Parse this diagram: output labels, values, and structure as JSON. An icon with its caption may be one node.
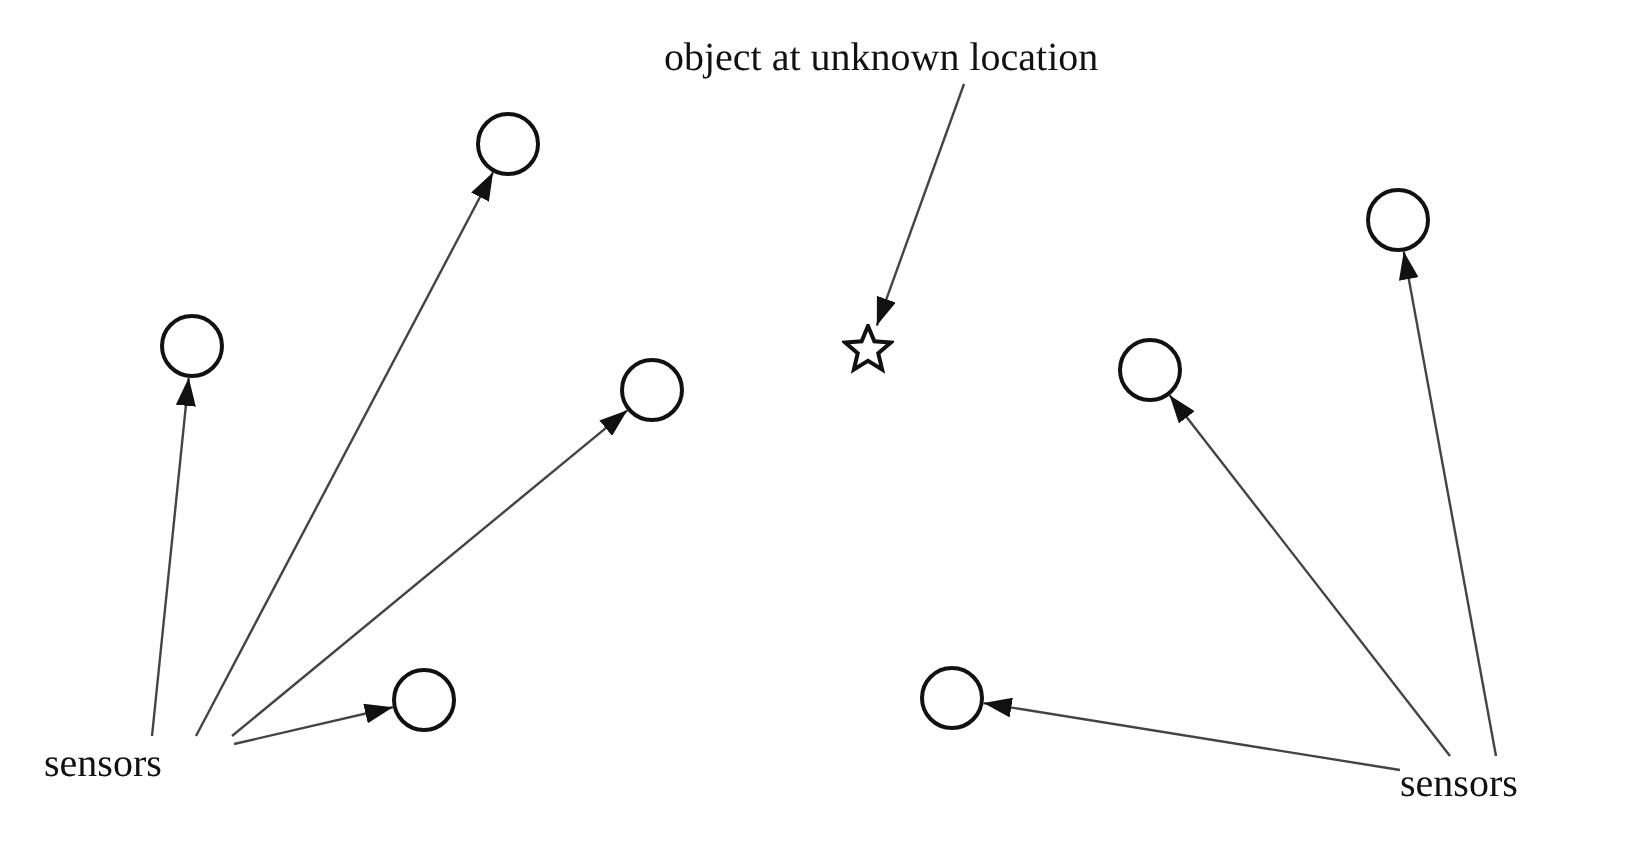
{
  "diagram": {
    "nodes": [
      {
        "text": [
          "object at unknown location"
        ]
      },
      {
        "text": [],
        "shape": "circle"
      },
      {
        "text": [],
        "shape": "circle"
      },
      {
        "text": [],
        "shape": "circle"
      },
      {
        "text": [],
        "shape": "star"
      },
      {
        "text": [],
        "shape": "circle"
      },
      {
        "text": [],
        "shape": "circle"
      },
      {
        "text": [],
        "shape": "circle"
      },
      {
        "text": [],
        "shape": "circle"
      },
      {
        "text": [
          "sensors"
        ]
      },
      {
        "text": [
          "sensors"
        ]
      }
    ],
    "edges": [
      {
        "from": 0,
        "to": 4,
        "arrow": "to"
      },
      {
        "from": 9,
        "to": 3,
        "arrow": "to"
      },
      {
        "from": 9,
        "to": 1,
        "arrow": "to"
      },
      {
        "from": 9,
        "to": 6,
        "arrow": "to"
      },
      {
        "from": 9,
        "to": 8,
        "arrow": "to"
      },
      {
        "from": 10,
        "to": 5,
        "arrow": "to"
      },
      {
        "from": 10,
        "to": 2,
        "arrow": "to"
      },
      {
        "from": 10,
        "to": 7,
        "arrow": "to"
      }
    ]
  }
}
